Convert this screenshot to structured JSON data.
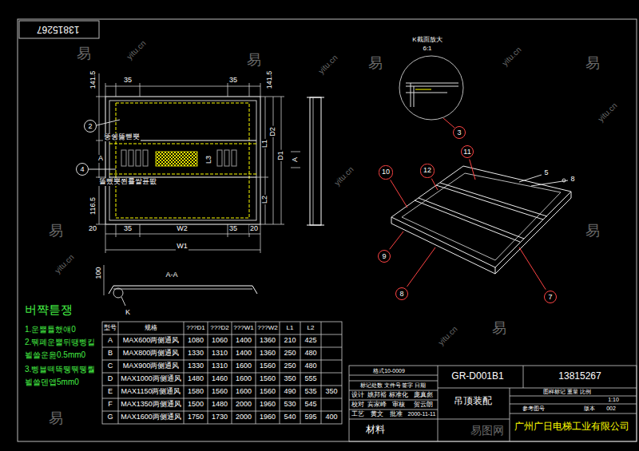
{
  "diagram": {
    "nodes": [
      {
        "text": [
          "2"
        ]
      },
      {
        "text": [
          "4"
        ]
      },
      {
        "text": [
          "3"
        ]
      },
      {
        "text": [
          "10"
        ]
      },
      {
        "text": [
          "12"
        ]
      },
      {
        "text": [
          "11"
        ]
      },
      {
        "text": [
          "9"
        ]
      },
      {
        "text": [
          "8"
        ]
      },
      {
        "text": [
          "7"
        ]
      }
    ],
    "labels": [
      "13815267",
      "141.5",
      "35",
      "35",
      "141.5",
      "뚱쉥뚫뺃뿟",
      "A",
      "L3",
      "L1",
      "D2",
      "D1",
      "A",
      "똘뺐뿟쬔룔쌀퓬똾",
      "116.5",
      "L2",
      "20",
      "35",
      "W2",
      "35",
      "20",
      "W1",
      "100",
      "A-A",
      "K",
      "K截面放大",
      "6:1",
      "5",
      "8",
      "버쨕튿쟁",
      "1.운뿔튤했얘0",
      "2.뛖폐운뿔뒤땡삥킬",
      "뵐쓸운읊0.5mm0",
      "3.삥뷸떽뜩뛩뛖뛩뤌",
      "뵐쓸덴얩5mm0",
      "型号",
      "规格",
      "???D1",
      "???D2",
      "???W1",
      "???W2",
      "L1",
      "L2",
      "A",
      "MAX600两侧通风",
      "1080",
      "1060",
      "1400",
      "1360",
      "210",
      "425",
      "B",
      "MAX800两侧通风",
      "1330",
      "1310",
      "1400",
      "1360",
      "250",
      "480",
      "C",
      "MAX900两侧通风",
      "1330",
      "1310",
      "1600",
      "1560",
      "250",
      "480",
      "D",
      "MAX1000两侧通风",
      "1480",
      "1460",
      "1600",
      "1560",
      "350",
      "555",
      "E",
      "MAX1150两侧通风",
      "1580",
      "1560",
      "1600",
      "1560",
      "490",
      "535",
      "350",
      "F",
      "MAX1350两侧通风",
      "1500",
      "1480",
      "2000",
      "1960",
      "530",
      "545",
      "G",
      "MAX1600两侧通风",
      "1750",
      "1730",
      "2000",
      "1960",
      "540",
      "595",
      "400",
      "格式10-0009",
      "GR-D001B1",
      "13815267",
      "标记处数 文件号 签字 日期",
      "设计",
      "姚邦裕",
      "标准化",
      "庞真彪",
      "校对",
      "宾家峰",
      "审核",
      "贺云朗",
      "工艺",
      "黄文",
      "批准",
      "2000-11-11",
      "吊顶装配",
      "材料",
      "图样标记 重量 比例",
      "1:10",
      "参考图号",
      "版本",
      "002",
      "广州广日电梯工业有限公司",
      "易",
      "易",
      "易",
      "易",
      "易",
      "易",
      "易",
      "易",
      "yitu.cn",
      "yitu.cn",
      "yitu.cn",
      "yitu.cn",
      "yitu.cn",
      "yitu.cn",
      "yitu.cn",
      "易图网"
    ]
  }
}
